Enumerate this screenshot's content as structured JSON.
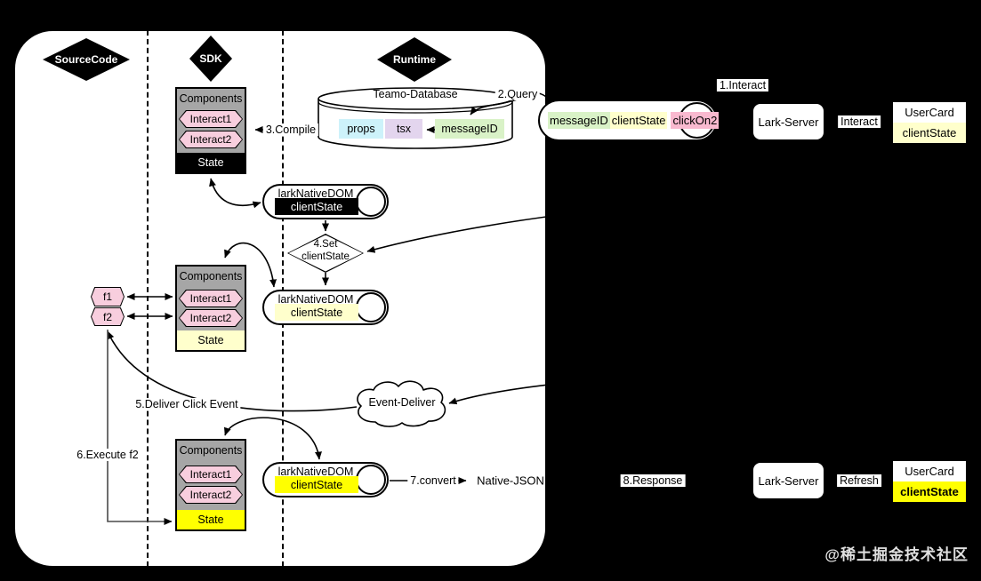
{
  "lanes": {
    "sourcecode": "SourceCode",
    "sdk": "SDK",
    "runtime": "Runtime"
  },
  "sdk_components": {
    "title": "Components",
    "interact1": "Interact1",
    "interact2": "Interact2",
    "state": "State"
  },
  "mid_components": {
    "title": "Components",
    "interact1": "Interact1",
    "interact2": "Interact2",
    "state": "State"
  },
  "bottom_components": {
    "title": "Components",
    "interact1": "Interact1",
    "interact2": "Interact2",
    "state": "State"
  },
  "functions": {
    "f1": "f1",
    "f2": "f2"
  },
  "database": {
    "title": "Teamo-Database",
    "props": "props",
    "tsx": "tsx",
    "message_id": "messageID"
  },
  "dom_pipe_top": {
    "title": "larkNativeDOM",
    "state": "clientState"
  },
  "dom_pipe_mid": {
    "title": "larkNativeDOM",
    "state": "clientState"
  },
  "dom_pipe_bottom": {
    "title": "larkNativeDOM",
    "state": "clientState"
  },
  "set_diamond": {
    "line1": "4.Set",
    "line2": "clientState"
  },
  "event_cloud": {
    "label": "Event-Deliver"
  },
  "message_pipe": {
    "message_id": "messageID",
    "client_state": "clientState",
    "click_on": "clickOn2"
  },
  "steps": {
    "interact": "1.Interact",
    "query": "2.Query",
    "compile": "3.Compile",
    "deliver": "5.Deliver Click Event",
    "execute": "6.Execute f2",
    "convert": "7.convert",
    "response": "8.Response"
  },
  "labels": {
    "native_json": "Native-JSON",
    "interact": "Interact",
    "refresh": "Refresh"
  },
  "servers": {
    "top": "Lark-Server",
    "bottom": "Lark-Server"
  },
  "usercard_top": {
    "title": "UserCard",
    "state": "clientState"
  },
  "usercard_bottom": {
    "title": "UserCard",
    "state": "clientState"
  },
  "watermark": "@稀土掘金技术社区",
  "colors": {
    "panel": "#ffffff",
    "background": "#000000",
    "component_gray": "#a6a6a6",
    "hex_pink": "#f8cede",
    "click_pink": "#f9b9cf",
    "pale_yellow": "#ffffcc",
    "bright_yellow": "#ffff00",
    "green": "#d9f2c7",
    "cyan": "#cdf2fa",
    "purple": "#e3d5ee"
  }
}
